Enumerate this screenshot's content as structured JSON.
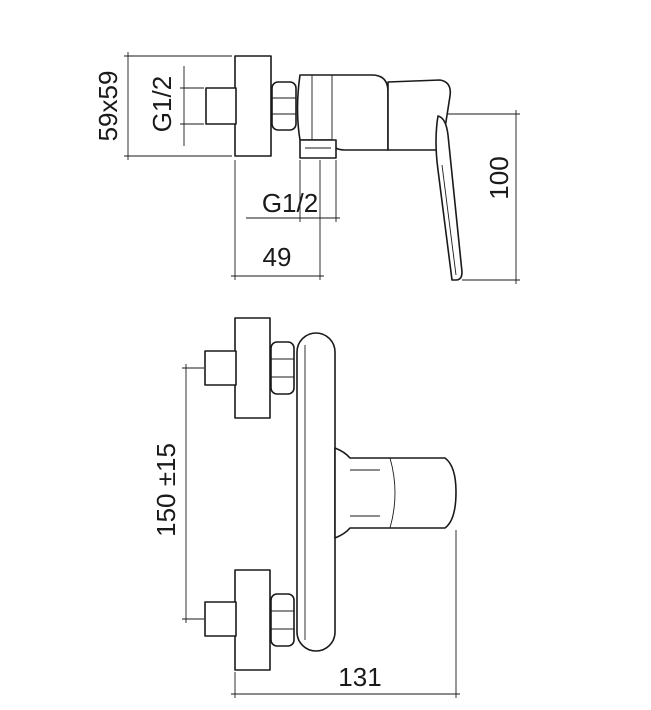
{
  "dimensions": {
    "flange_size": "59x59",
    "top_inlet_thread": "G1/2",
    "outlet_thread": "G1/2",
    "depth": "49",
    "height": "100",
    "inlet_spacing": "150 ±15",
    "width": "131"
  }
}
